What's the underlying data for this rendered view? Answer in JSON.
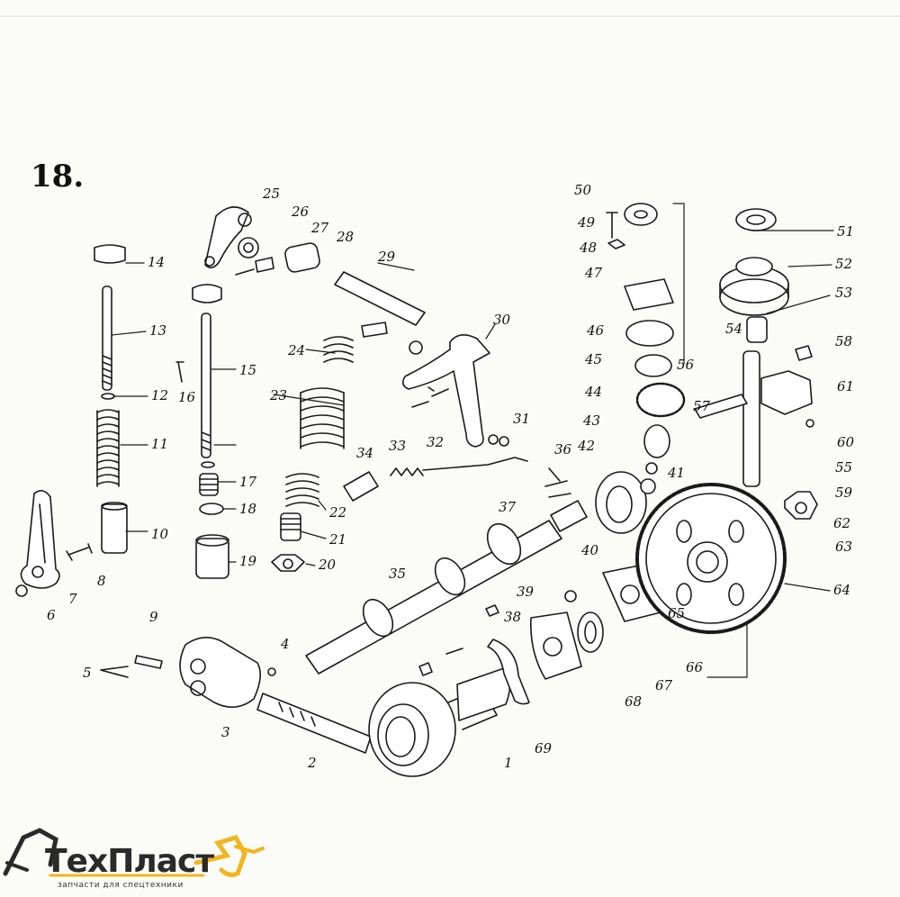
{
  "figure_number": "18.",
  "brand": {
    "name": "ТехПласт",
    "tagline": "запчасти для спецтехники"
  },
  "callouts": [
    "1",
    "2",
    "3",
    "4",
    "5",
    "6",
    "7",
    "8",
    "9",
    "10",
    "11",
    "12",
    "13",
    "14",
    "15",
    "16",
    "17",
    "18",
    "19",
    "20",
    "21",
    "22",
    "23",
    "24",
    "25",
    "26",
    "27",
    "28",
    "29",
    "30",
    "31",
    "32",
    "33",
    "34",
    "35",
    "36",
    "37",
    "38",
    "39",
    "40",
    "41",
    "42",
    "43",
    "44",
    "45",
    "46",
    "47",
    "48",
    "49",
    "50",
    "51",
    "52",
    "53",
    "54",
    "55",
    "56",
    "57",
    "58",
    "59",
    "60",
    "61",
    "62",
    "63",
    "64",
    "65",
    "66",
    "67",
    "68",
    "69"
  ],
  "colors": {
    "ink": "#1a1a1a",
    "paper": "#fbfbf8",
    "brand_accent": "#f2b51c"
  }
}
